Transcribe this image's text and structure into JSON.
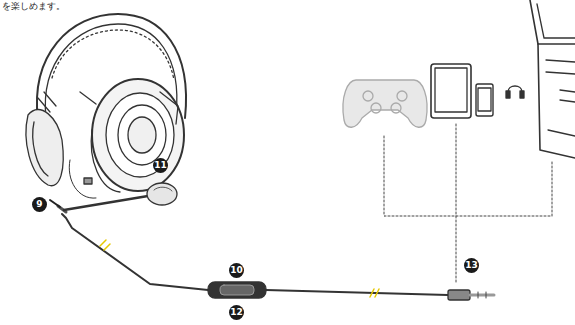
{
  "diagram": {
    "labels": [
      "を楽しめます。",
      "9",
      "11",
      "10",
      "12",
      "13"
    ]
  }
}
